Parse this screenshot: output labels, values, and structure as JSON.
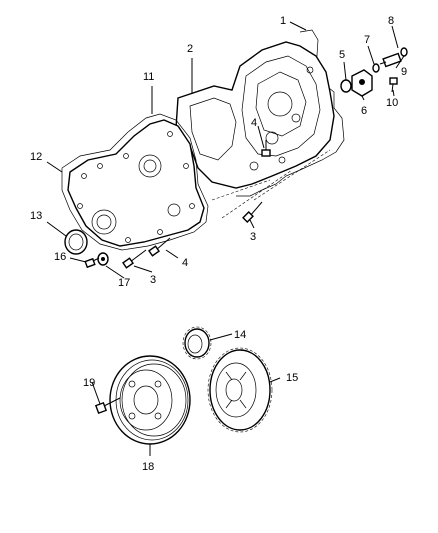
{
  "diagram": {
    "callouts": [
      {
        "id": "c1",
        "label": "1"
      },
      {
        "id": "c2",
        "label": "2"
      },
      {
        "id": "c3a",
        "label": "3"
      },
      {
        "id": "c3b",
        "label": "3"
      },
      {
        "id": "c4a",
        "label": "4"
      },
      {
        "id": "c4b",
        "label": "4"
      },
      {
        "id": "c5",
        "label": "5"
      },
      {
        "id": "c6",
        "label": "6"
      },
      {
        "id": "c7",
        "label": "7"
      },
      {
        "id": "c8",
        "label": "8"
      },
      {
        "id": "c9",
        "label": "9"
      },
      {
        "id": "c10",
        "label": "10"
      },
      {
        "id": "c11",
        "label": "11"
      },
      {
        "id": "c12",
        "label": "12"
      },
      {
        "id": "c13",
        "label": "13"
      },
      {
        "id": "c14",
        "label": "14"
      },
      {
        "id": "c15",
        "label": "15"
      },
      {
        "id": "c16",
        "label": "16"
      },
      {
        "id": "c17",
        "label": "17"
      },
      {
        "id": "c18",
        "label": "18"
      },
      {
        "id": "c19",
        "label": "19"
      }
    ]
  }
}
